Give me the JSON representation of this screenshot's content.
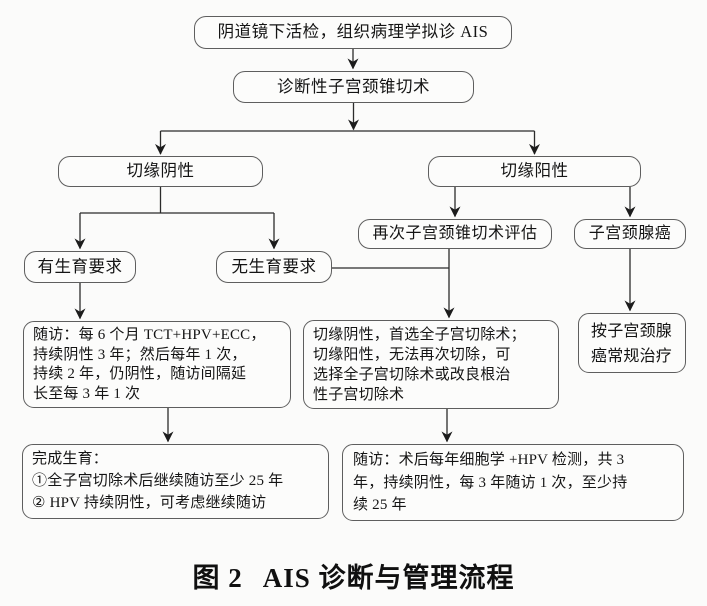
{
  "nodes": {
    "biopsy": "阴道镜下活检，组织病理学拟诊 AIS",
    "conization": "诊断性子宫颈锥切术",
    "margin_negative": "切缘阴性",
    "margin_positive": "切缘阳性",
    "fertility_yes": "有生育要求",
    "fertility_no": "无生育要求",
    "repeat_cone": "再次子宫颈锥切术评估",
    "adenocarcinoma": "子宫颈腺癌",
    "followup_fertility": [
      "随访：每 6 个月 TCT+HPV+ECC，",
      "持续阴性 3 年；然后每年 1 次，",
      "持续 2 年，仍阴性，随访间隔延",
      "长至每 3 年 1 次"
    ],
    "hysterectomy": [
      "切缘阴性，首选全子宫切除术；",
      "切缘阳性，无法再次切除，可",
      "选择全子宫切除术或改良根治",
      "性子宫切除术"
    ],
    "adeno_treatment": [
      "按子宫颈腺",
      "癌常规治疗"
    ],
    "completed_fertility": [
      "完成生育：",
      "①全子宫切除术后继续随访至少 25 年",
      "② HPV 持续阴性，可考虑继续随访"
    ],
    "followup_post_surgery": [
      "随访：术后每年细胞学 +HPV 检测，共 3",
      "年，持续阴性，每 3 年随访 1 次，至少持",
      "续 25 年"
    ]
  },
  "caption": {
    "label": "图 2",
    "title": "AIS 诊断与管理流程"
  },
  "colors": {
    "box_border": "#5e5e5e",
    "connector_line": "#2b2b2b",
    "text": "#141414",
    "background": "#fbfbfa"
  }
}
